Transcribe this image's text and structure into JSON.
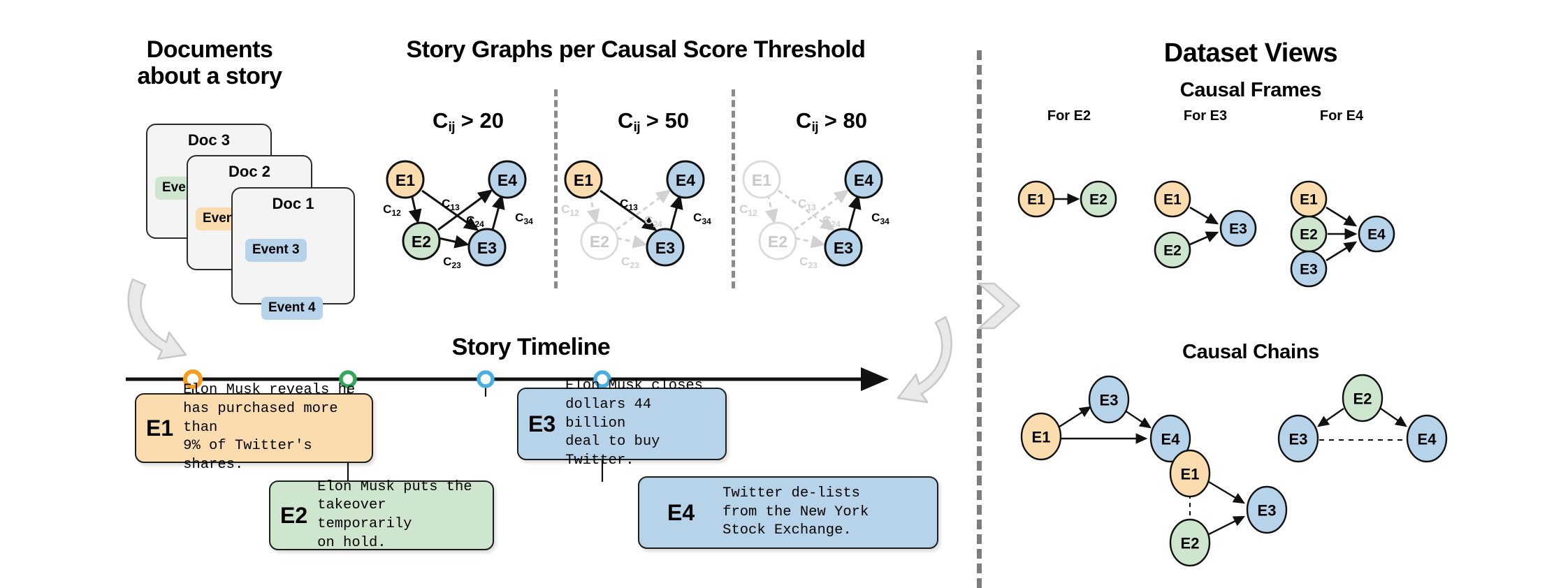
{
  "colors": {
    "orange": "#fadcae",
    "green": "#cee6cd",
    "blue": "#b7d3ea",
    "orange_dot": "#f59f22",
    "green_dot": "#2fa85c",
    "blue_dot": "#4aaee0",
    "doc_bg": "#f4f4f4",
    "stroke": "#1d1d1d",
    "faded": "#d8d8d8",
    "divider": "#7d7d7d",
    "arrow_gray": "#e3e3e3"
  },
  "panels": {
    "documents": {
      "title_line1": "Documents",
      "title_line2": "about a story",
      "docs": [
        {
          "name": "Doc 3",
          "chip": "Event 2",
          "chip_color": "green"
        },
        {
          "name": "Doc 2",
          "chip": "Event 1",
          "chip_color": "orange"
        },
        {
          "name": "Doc 1",
          "chips": [
            "Event 3",
            "Event 4"
          ],
          "chip_color": "blue"
        }
      ]
    },
    "story_graphs": {
      "title": "Story Graphs per Causal Score Threshold",
      "thresholds": [
        {
          "label_prefix": "C",
          "label_sub": "ij",
          "label_op": "> 20"
        },
        {
          "label_prefix": "C",
          "label_sub": "ij",
          "label_op": "> 50"
        },
        {
          "label_prefix": "C",
          "label_sub": "ij",
          "label_op": "> 80"
        }
      ],
      "graphs": [
        {
          "threshold": 20,
          "nodes": [
            {
              "id": "E1",
              "color": "orange",
              "active": true
            },
            {
              "id": "E2",
              "color": "green",
              "active": true
            },
            {
              "id": "E3",
              "color": "blue",
              "active": true
            },
            {
              "id": "E4",
              "color": "blue",
              "active": true
            }
          ],
          "edges": [
            {
              "from": "E1",
              "to": "E2",
              "label": "C",
              "sub": "12",
              "active": true
            },
            {
              "from": "E1",
              "to": "E3",
              "label": "C",
              "sub": "13",
              "active": true
            },
            {
              "from": "E2",
              "to": "E4",
              "label": "C",
              "sub": "24",
              "active": true
            },
            {
              "from": "E2",
              "to": "E3",
              "label": "C",
              "sub": "23",
              "active": true
            },
            {
              "from": "E3",
              "to": "E4",
              "label": "C",
              "sub": "34",
              "active": true
            }
          ]
        },
        {
          "threshold": 50,
          "nodes": [
            {
              "id": "E1",
              "color": "orange",
              "active": true
            },
            {
              "id": "E2",
              "color": "green",
              "active": false
            },
            {
              "id": "E3",
              "color": "blue",
              "active": true
            },
            {
              "id": "E4",
              "color": "blue",
              "active": true
            }
          ],
          "edges": [
            {
              "from": "E1",
              "to": "E2",
              "label": "C",
              "sub": "12",
              "active": false
            },
            {
              "from": "E1",
              "to": "E3",
              "label": "C",
              "sub": "13",
              "active": true
            },
            {
              "from": "E2",
              "to": "E4",
              "label": "C",
              "sub": "24",
              "active": false
            },
            {
              "from": "E2",
              "to": "E3",
              "label": "C",
              "sub": "23",
              "active": false
            },
            {
              "from": "E3",
              "to": "E4",
              "label": "C",
              "sub": "34",
              "active": true
            }
          ]
        },
        {
          "threshold": 80,
          "nodes": [
            {
              "id": "E1",
              "color": "orange",
              "active": false
            },
            {
              "id": "E2",
              "color": "green",
              "active": false
            },
            {
              "id": "E3",
              "color": "blue",
              "active": true
            },
            {
              "id": "E4",
              "color": "blue",
              "active": true
            }
          ],
          "edges": [
            {
              "from": "E1",
              "to": "E2",
              "label": "C",
              "sub": "12",
              "active": false
            },
            {
              "from": "E1",
              "to": "E3",
              "label": "C",
              "sub": "13",
              "active": false
            },
            {
              "from": "E2",
              "to": "E4",
              "label": "C",
              "sub": "24",
              "active": false
            },
            {
              "from": "E2",
              "to": "E3",
              "label": "C",
              "sub": "23",
              "active": false
            },
            {
              "from": "E3",
              "to": "E4",
              "label": "C",
              "sub": "34",
              "active": true
            }
          ]
        }
      ]
    },
    "timeline": {
      "title": "Story Timeline",
      "events": [
        {
          "id": "E1",
          "text": "Elon Musk reveals he\nhas purchased more than\n9% of Twitter's shares.",
          "color": "orange",
          "dot_color": "orange_dot"
        },
        {
          "id": "E2",
          "text": "Elon Musk puts the\ntakeover temporarily\non hold.",
          "color": "green",
          "dot_color": "green_dot"
        },
        {
          "id": "E3",
          "text": "Elon Musk closes\ndollars 44 billion\ndeal to buy Twitter.",
          "color": "blue",
          "dot_color": "blue_dot"
        },
        {
          "id": "E4",
          "text": "Twitter de-lists\nfrom the New York\nStock Exchange.",
          "color": "blue",
          "dot_color": "blue_dot"
        }
      ]
    },
    "dataset_views": {
      "title": "Dataset Views",
      "causal_frames": {
        "title": "Causal Frames",
        "frames": [
          {
            "caption": "For E2",
            "nodes": [
              {
                "id": "E1",
                "color": "orange"
              },
              {
                "id": "E2",
                "color": "green"
              }
            ],
            "edges": [
              {
                "from": "E1",
                "to": "E2"
              }
            ]
          },
          {
            "caption": "For E3",
            "nodes": [
              {
                "id": "E1",
                "color": "orange"
              },
              {
                "id": "E2",
                "color": "green"
              },
              {
                "id": "E3",
                "color": "blue"
              }
            ],
            "edges": [
              {
                "from": "E1",
                "to": "E3"
              },
              {
                "from": "E2",
                "to": "E3"
              }
            ]
          },
          {
            "caption": "For E4",
            "nodes": [
              {
                "id": "E1",
                "color": "orange"
              },
              {
                "id": "E2",
                "color": "green"
              },
              {
                "id": "E3",
                "color": "blue"
              },
              {
                "id": "E4",
                "color": "blue"
              }
            ],
            "edges": [
              {
                "from": "E1",
                "to": "E4"
              },
              {
                "from": "E2",
                "to": "E4"
              },
              {
                "from": "E3",
                "to": "E4"
              }
            ]
          }
        ]
      },
      "causal_chains": {
        "title": "Causal Chains",
        "chains": [
          {
            "nodes": [
              {
                "id": "E1",
                "color": "orange"
              },
              {
                "id": "E3",
                "color": "blue"
              },
              {
                "id": "E4",
                "color": "blue"
              }
            ],
            "edges": [
              {
                "from": "E1",
                "to": "E3",
                "style": "solid"
              },
              {
                "from": "E3",
                "to": "E4",
                "style": "solid"
              },
              {
                "from": "E1",
                "to": "E4",
                "style": "solid"
              }
            ]
          },
          {
            "nodes": [
              {
                "id": "E2",
                "color": "green"
              },
              {
                "id": "E3",
                "color": "blue"
              },
              {
                "id": "E4",
                "color": "blue"
              }
            ],
            "edges": [
              {
                "from": "E2",
                "to": "E3",
                "style": "solid"
              },
              {
                "from": "E2",
                "to": "E4",
                "style": "solid"
              },
              {
                "from": "E3",
                "to": "E4",
                "style": "dashed"
              }
            ]
          },
          {
            "nodes": [
              {
                "id": "E1",
                "color": "orange"
              },
              {
                "id": "E2",
                "color": "green"
              },
              {
                "id": "E3",
                "color": "blue"
              }
            ],
            "edges": [
              {
                "from": "E1",
                "to": "E3",
                "style": "solid"
              },
              {
                "from": "E2",
                "to": "E3",
                "style": "solid"
              },
              {
                "from": "E1",
                "to": "E2",
                "style": "dashed"
              }
            ]
          }
        ]
      }
    }
  }
}
